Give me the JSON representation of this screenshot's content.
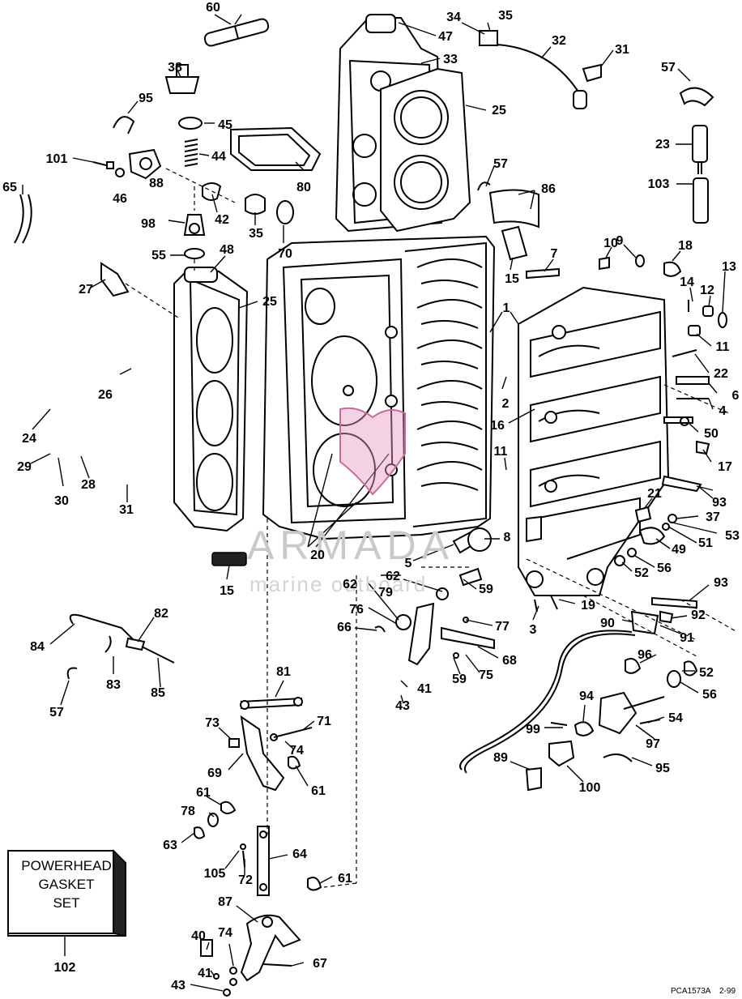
{
  "diagram": {
    "kit_box": {
      "line1": "POWERHEAD",
      "line2": "GASKET",
      "line3": "SET"
    },
    "watermark": {
      "brand": "ARMADA",
      "sub": "marine outboard"
    },
    "footer": {
      "figure_id": "PCA1573A",
      "date": "2-99"
    },
    "callouts": [
      "60",
      "34",
      "35",
      "47",
      "33",
      "32",
      "31",
      "57",
      "38",
      "95",
      "45",
      "44",
      "101",
      "46",
      "88",
      "80",
      "25",
      "23",
      "103",
      "65",
      "42",
      "98",
      "35",
      "70",
      "86",
      "57",
      "55",
      "48",
      "10",
      "9",
      "18",
      "13",
      "14",
      "12",
      "27",
      "25",
      "15",
      "7",
      "1",
      "11",
      "22",
      "26",
      "6",
      "2",
      "4",
      "24",
      "16",
      "50",
      "11",
      "17",
      "29",
      "28",
      "30",
      "31",
      "93",
      "21",
      "37",
      "53",
      "51",
      "49",
      "56",
      "52",
      "15",
      "20",
      "5",
      "8",
      "62",
      "79",
      "59",
      "62",
      "76",
      "66",
      "77",
      "68",
      "59",
      "75",
      "3",
      "19",
      "90",
      "92",
      "91",
      "93",
      "82",
      "84",
      "83",
      "85",
      "57",
      "41",
      "43",
      "81",
      "73",
      "71",
      "74",
      "69",
      "61",
      "61",
      "78",
      "63",
      "64",
      "105",
      "72",
      "61",
      "94",
      "99",
      "96",
      "52",
      "56",
      "54",
      "97",
      "95",
      "89",
      "100",
      "87",
      "40",
      "74",
      "41",
      "67",
      "43",
      "102"
    ]
  }
}
